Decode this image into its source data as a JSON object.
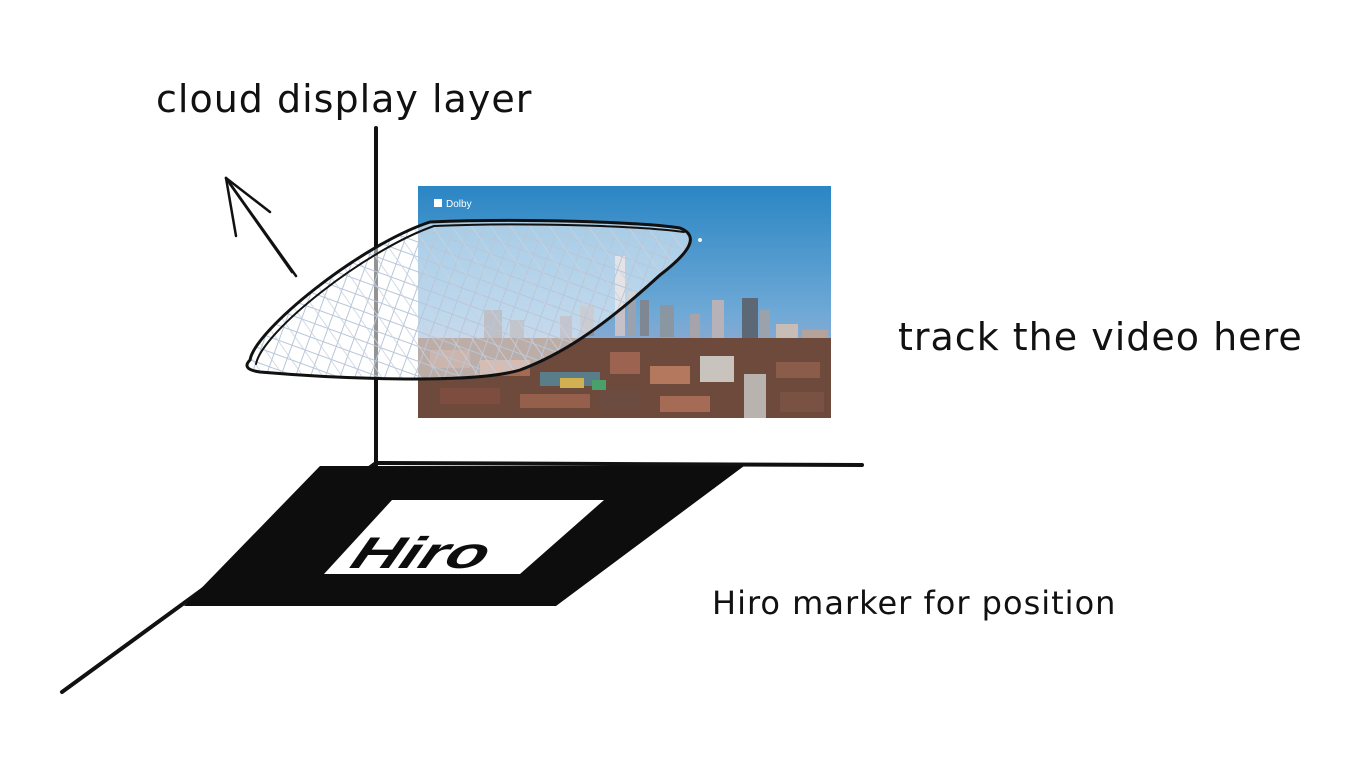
{
  "labels": {
    "cloud_layer": "cloud display layer",
    "track_video": "track the video here",
    "hiro_marker": "Hiro marker for position"
  },
  "marker": {
    "text": "Hiro"
  },
  "video": {
    "brand_badge": "Dolby"
  },
  "colors": {
    "ink": "#111111",
    "sky_top": "#2a86c4",
    "sky_bottom": "#c9a7c4",
    "city": "#6e4a3c",
    "mesh": "#b9c6d8"
  }
}
